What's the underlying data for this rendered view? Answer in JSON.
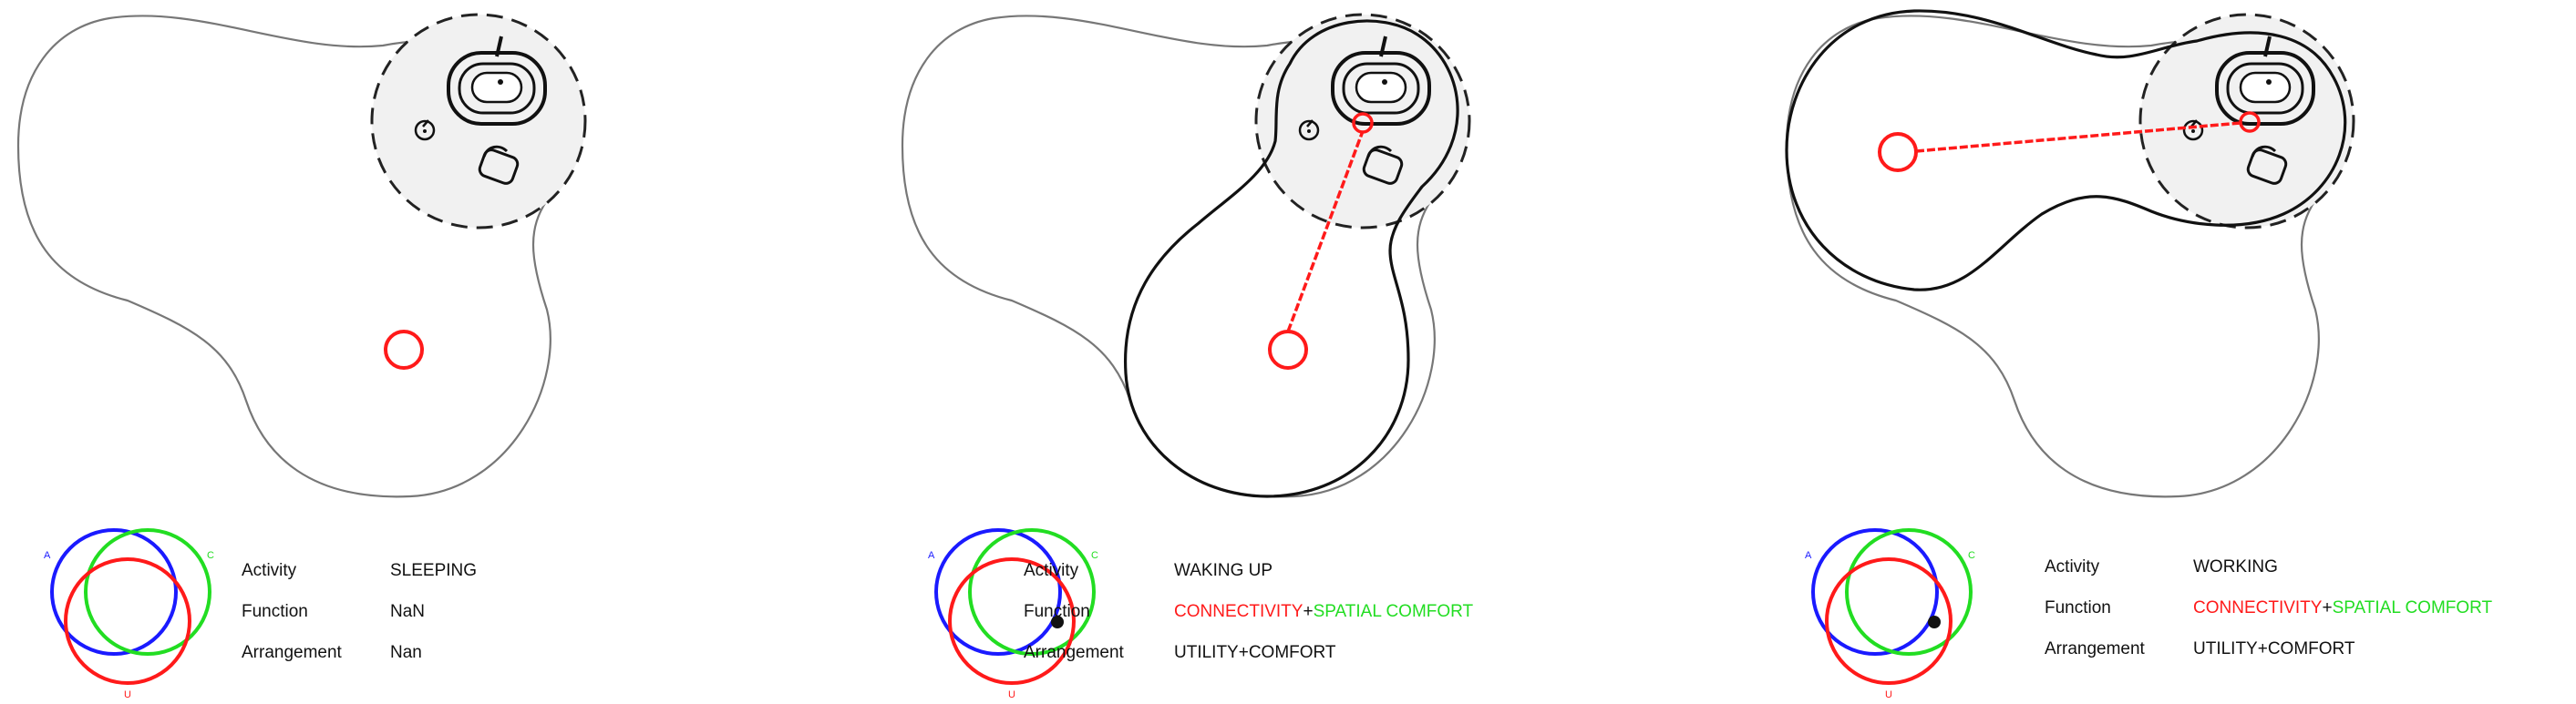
{
  "colors": {
    "accent_red": "#ff1a1a",
    "accent_green": "#22dd22",
    "venn_blue": "#1a1aff",
    "room_fill": "#f1f1f1"
  },
  "labels": {
    "activity": "Activity",
    "function": "Function",
    "arrangement": "Arrangement"
  },
  "venn_letters": {
    "a": "A",
    "c": "C",
    "u": "U"
  },
  "panels": [
    {
      "activity": "SLEEPING",
      "function_plain": "NaN",
      "function_red": "",
      "function_plus": "",
      "function_green": "",
      "arrangement": "Nan"
    },
    {
      "activity": "WAKING UP",
      "function_plain": "",
      "function_red": "CONNECTIVITY",
      "function_plus": "+",
      "function_green": "SPATIAL COMFORT",
      "arrangement": "UTILITY+COMFORT"
    },
    {
      "activity": "WORKING",
      "function_plain": "",
      "function_red": "CONNECTIVITY",
      "function_plus": "+",
      "function_green": "SPATIAL COMFORT",
      "arrangement": "UTILITY+COMFORT"
    }
  ]
}
